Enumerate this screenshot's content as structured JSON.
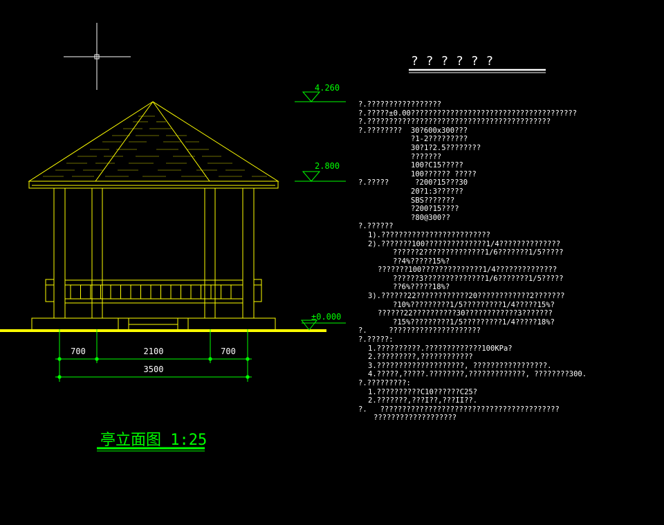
{
  "elevation_levels": [
    "4.260",
    "2.800",
    "±0.000"
  ],
  "dimensions": {
    "segments": [
      "700",
      "2100",
      "700"
    ],
    "total": "3500"
  },
  "drawing_title": "亭立面图 1:25",
  "notes_title": "? ? ? ? ? ?",
  "notes": [
    {
      "indent": 0,
      "text": "?.?????????????????"
    },
    {
      "indent": 0,
      "text": "?.?????±0.00??????????????????????????????????????"
    },
    {
      "indent": 0,
      "text": "?.??????????????????????????????????????????"
    },
    {
      "indent": 0,
      "text": "?.????????  30?600x300???"
    },
    {
      "indent": 76,
      "text": "?1-2?????????"
    },
    {
      "indent": 76,
      "text": "30?1?2.5????????"
    },
    {
      "indent": 76,
      "text": "???????"
    },
    {
      "indent": 76,
      "text": "100?C15?????"
    },
    {
      "indent": 76,
      "text": "100?????? ?????"
    },
    {
      "indent": 0,
      "text": "?.?????      ?200?15???30"
    },
    {
      "indent": 76,
      "text": "20?1:3??????"
    },
    {
      "indent": 76,
      "text": "SBS???????"
    },
    {
      "indent": 76,
      "text": "?200?15????"
    },
    {
      "indent": 76,
      "text": "?80@300??"
    },
    {
      "indent": 0,
      "text": "?.??????"
    },
    {
      "indent": 14,
      "text": "1).?????????????????????????"
    },
    {
      "indent": 14,
      "text": "2).???????100??????????????1/4??????????????"
    },
    {
      "indent": 50,
      "text": "??????2??????????????1/6???????1/5?????"
    },
    {
      "indent": 50,
      "text": "??4%?????15%?"
    },
    {
      "indent": 28,
      "text": "???????100??????????????1/4??????????????"
    },
    {
      "indent": 50,
      "text": "??????3??????????????1/6???????1/5?????"
    },
    {
      "indent": 50,
      "text": "??6%?????18%?"
    },
    {
      "indent": 14,
      "text": "3).??????22????????????20????????????2???????"
    },
    {
      "indent": 50,
      "text": "?10%?????????1/5?????????1/4?????15%?"
    },
    {
      "indent": 28,
      "text": "??????22??????????30????????????3???????"
    },
    {
      "indent": 50,
      "text": "?15%?????????1/5?????????1/4?????18%?"
    },
    {
      "indent": 0,
      "text": "?.     ?????????????????????"
    },
    {
      "indent": 0,
      "text": "?.?????:"
    },
    {
      "indent": 14,
      "text": "1.??????????.?????????????100KPa?"
    },
    {
      "indent": 14,
      "text": "2.?????????,????????????"
    },
    {
      "indent": 14,
      "text": "3.????????????????????, ?????????????????."
    },
    {
      "indent": 14,
      "text": "4.?????,?????.????????,?????????????, ????????300."
    },
    {
      "indent": 0,
      "text": "?.?????????:"
    },
    {
      "indent": 14,
      "text": "1.??????????C10??????C25?"
    },
    {
      "indent": 14,
      "text": "2.???????,???I??,???II??."
    },
    {
      "indent": 0,
      "text": "?.   ?????????????????????????????????????????"
    },
    {
      "indent": 22,
      "text": "???????????????????"
    }
  ],
  "colors": {
    "background": "#000000",
    "structure": "#ffff00",
    "dimension": "#00ff00",
    "text": "#ffffff",
    "crosshair": "#ffffff"
  }
}
